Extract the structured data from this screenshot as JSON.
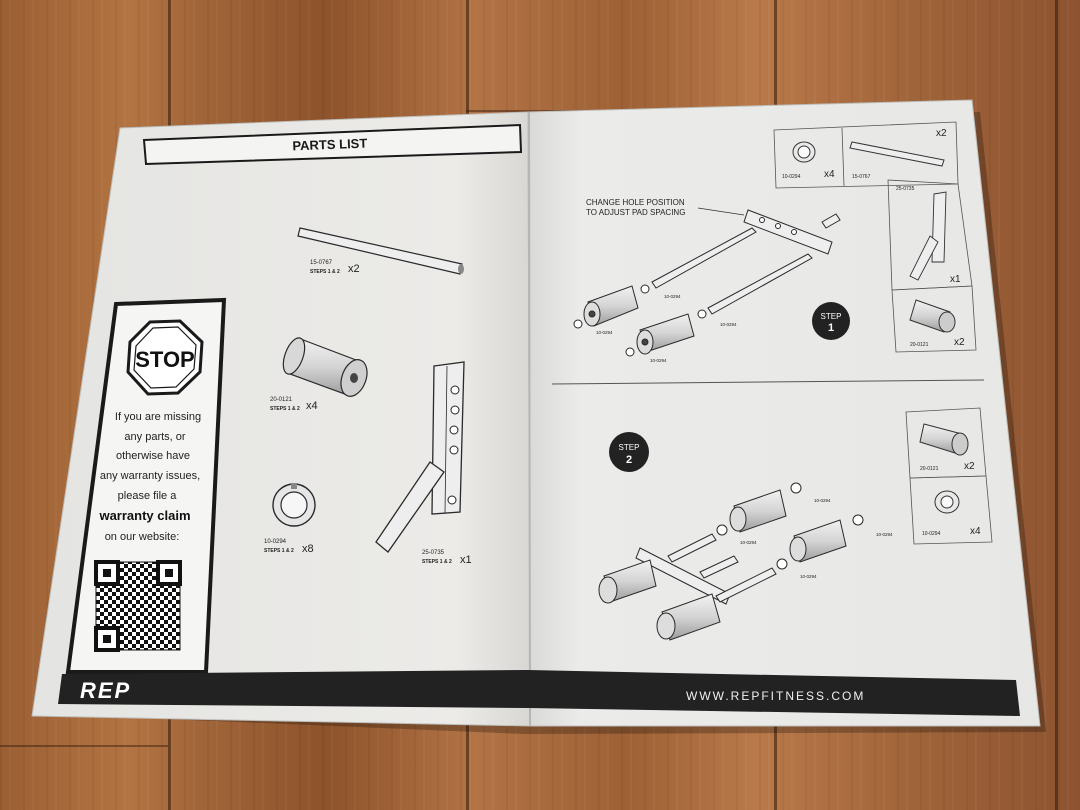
{
  "parts_list": {
    "title": "PARTS LIST",
    "parts": [
      {
        "code": "15-0767",
        "steps": "STEPS 1 & 2",
        "qty": "x2"
      },
      {
        "code": "20-0121",
        "steps": "STEPS 1 & 2",
        "qty": "x4"
      },
      {
        "code": "10-0294",
        "steps": "STEPS 1 & 2",
        "qty": "x8"
      },
      {
        "code": "25-0735",
        "steps": "STEPS 1 & 2",
        "qty": "x1"
      }
    ]
  },
  "stop_box": {
    "sign": "STOP",
    "lines": [
      "If you are missing",
      "any parts, or",
      "otherwise have",
      "any warranty issues,",
      "please file a"
    ],
    "emphasis": "warranty claim",
    "last": "on our website:"
  },
  "footer": {
    "logo": "REP",
    "url": "WWW.REPFITNESS.COM"
  },
  "step1": {
    "label": "STEP",
    "number": "1",
    "annotation_line1": "CHANGE HOLE POSITION",
    "annotation_line2": "TO ADJUST PAD SPACING",
    "parts": [
      {
        "code": "10-0294",
        "qty": "x4"
      },
      {
        "code": "15-0767",
        "qty": "x2"
      },
      {
        "code": "25-0735",
        "qty": "x1"
      },
      {
        "code": "20-0121",
        "qty": "x2"
      }
    ],
    "callouts": [
      "10-0294",
      "10-0294",
      "10-0294",
      "10-0294"
    ]
  },
  "step2": {
    "label": "STEP",
    "number": "2",
    "parts": [
      {
        "code": "20-0121",
        "qty": "x2"
      },
      {
        "code": "10-0294",
        "qty": "x4"
      }
    ],
    "callouts": [
      "10-0294",
      "10-0294",
      "10-0294",
      "10-0294"
    ]
  }
}
